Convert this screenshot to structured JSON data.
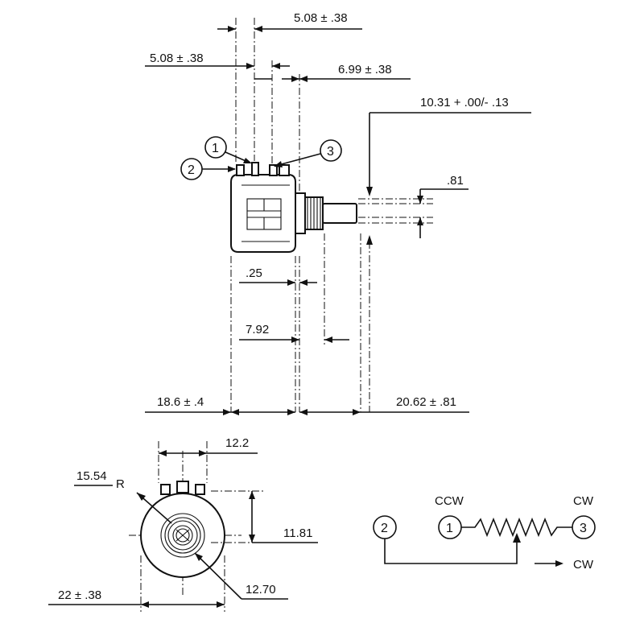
{
  "dimensions": {
    "pin_spacing_top": "5.08 ± .38",
    "pin_spacing_second": "5.08  ± .38",
    "shaft_offset": "6.99 ± .38",
    "shaft_diameter": "10.31 + .00/- .13",
    "flat_width": ".81",
    "bushing_len": ".25",
    "bushing_len2": "7.92",
    "body_depth": "18.6 ± .4",
    "overall_len": "20.62 ± .81",
    "width_top": "12.2",
    "radius": "15.54",
    "radius_suffix": "R",
    "height": "11.81",
    "body_dia": "22 ± .38",
    "bushing_dia": "12.70"
  },
  "callouts": {
    "pin1": "1",
    "pin2": "2",
    "pin3": "3"
  },
  "schematic": {
    "wiper_terminal": "2",
    "ccw_terminal": "1",
    "cw_terminal": "3",
    "ccw_label": "CCW",
    "cw_label": "CW",
    "rotation_label": "CW"
  }
}
